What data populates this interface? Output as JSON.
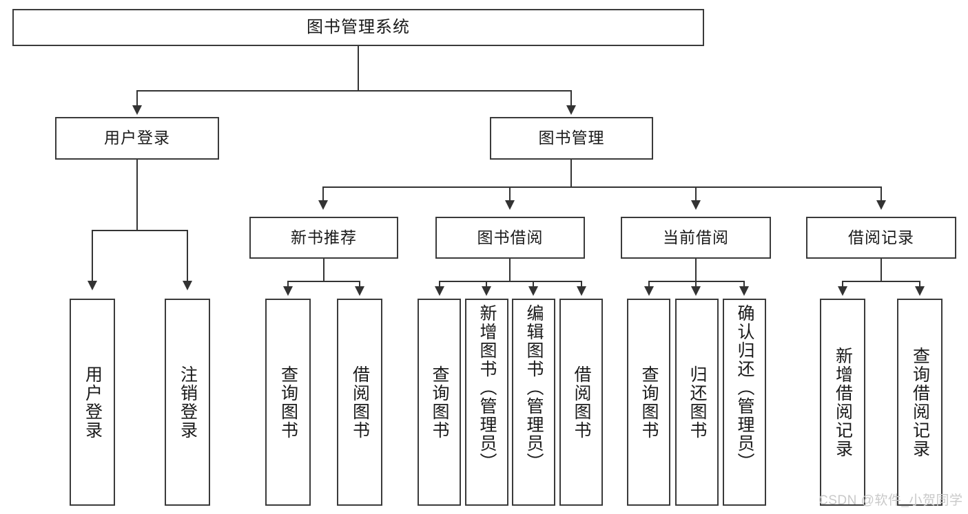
{
  "diagram": {
    "title": "图书管理系统",
    "type": "tree-hierarchy-functional-structure",
    "root": {
      "label": "图书管理系统"
    },
    "level2": [
      {
        "label": "用户登录"
      },
      {
        "label": "图书管理"
      }
    ],
    "level3": [
      {
        "label": "新书推荐"
      },
      {
        "label": "图书借阅"
      },
      {
        "label": "当前借阅"
      },
      {
        "label": "借阅记录"
      }
    ],
    "leaves": {
      "user_login": [
        {
          "label": "用户登录"
        },
        {
          "label": "注销登录"
        }
      ],
      "new_book_recommend": [
        {
          "label": "查询图书"
        },
        {
          "label": "借阅图书"
        }
      ],
      "book_borrow": [
        {
          "label": "查询图书"
        },
        {
          "label": "新增图书（管理员）"
        },
        {
          "label": "编辑图书（管理员）"
        },
        {
          "label": "借阅图书"
        }
      ],
      "current_borrow": [
        {
          "label": "查询图书"
        },
        {
          "label": "归还图书"
        },
        {
          "label": "确认归还（管理员）"
        }
      ],
      "borrow_records": [
        {
          "label": "新增借阅记录"
        },
        {
          "label": "查询借阅记录"
        }
      ]
    }
  },
  "watermark": {
    "text": "CSDN @软件_小贺同学"
  },
  "colors": {
    "box_border": "#3a3a3a",
    "line": "#333333",
    "text": "#1a1a1a",
    "background": "#ffffff",
    "watermark": "#c9c9c9"
  }
}
